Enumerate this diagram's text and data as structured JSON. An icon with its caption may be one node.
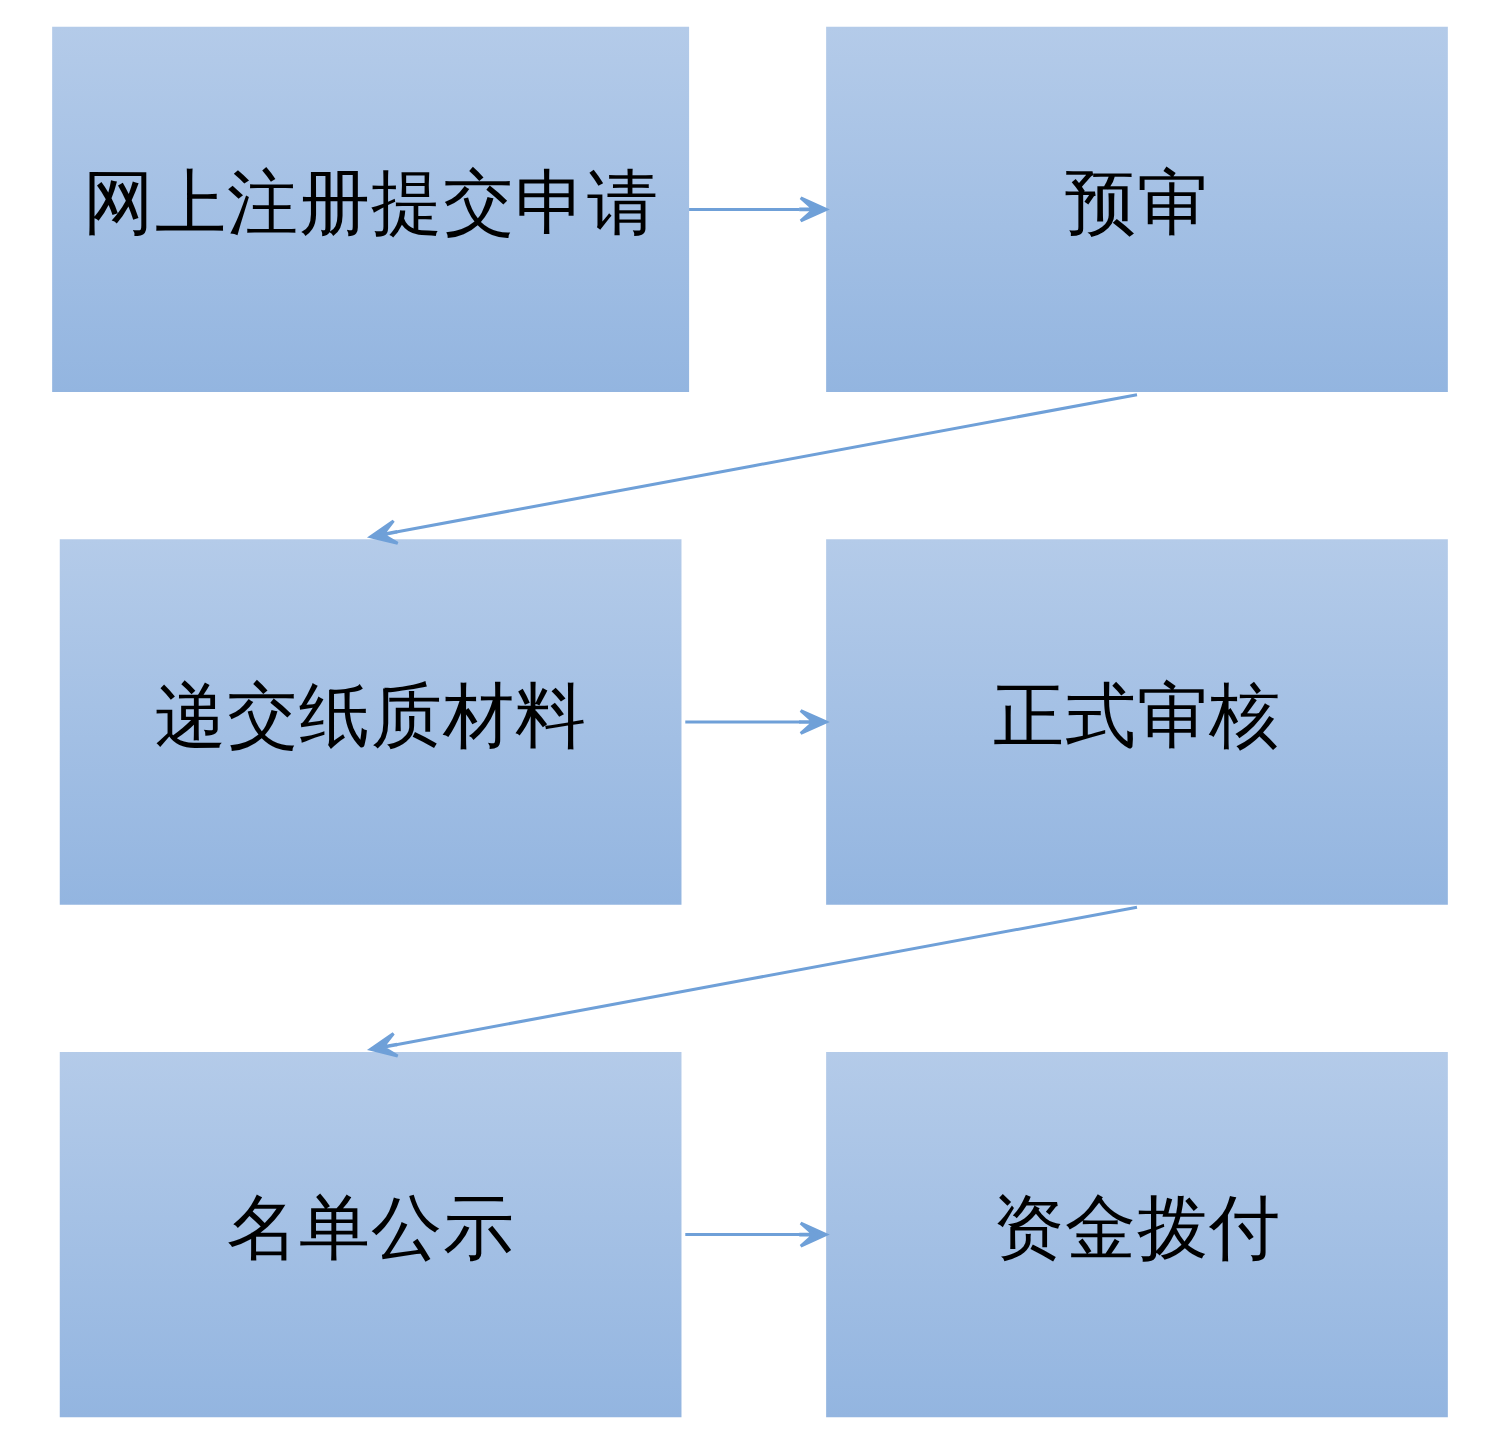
{
  "diagram": {
    "nodes": [
      {
        "text": [
          "网上注册提交申请"
        ]
      },
      {
        "text": [
          "预审"
        ]
      },
      {
        "text": [
          "递交纸质材料"
        ]
      },
      {
        "text": [
          "正式审核"
        ]
      },
      {
        "text": [
          "名单公示"
        ]
      },
      {
        "text": [
          "资金拨付"
        ]
      }
    ],
    "edges": [
      {
        "from": 0,
        "to": 1,
        "arrow": "to"
      },
      {
        "from": 1,
        "to": 2,
        "arrow": "to"
      },
      {
        "from": 2,
        "to": 3,
        "arrow": "to"
      },
      {
        "from": 3,
        "to": 4,
        "arrow": "to"
      },
      {
        "from": 4,
        "to": 5,
        "arrow": "to"
      }
    ]
  }
}
